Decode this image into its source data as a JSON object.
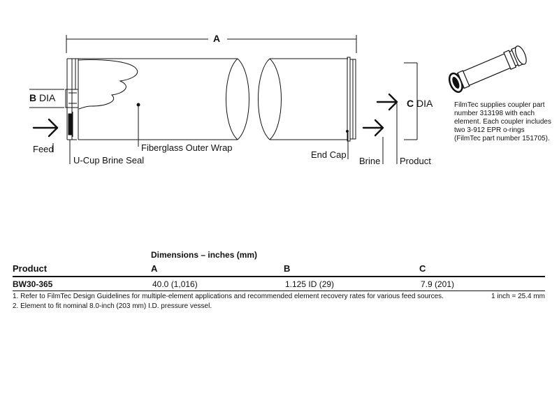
{
  "diagram": {
    "label_a": "A",
    "label_b_letter": "B",
    "label_b_dia": "DIA",
    "label_c_letter": "C",
    "label_c_dia": "DIA",
    "feed": "Feed",
    "ucup": "U-Cup Brine Seal",
    "fiberglass": "Fiberglass Outer Wrap",
    "endcap": "End Cap",
    "brine": "Brine",
    "product": "Product"
  },
  "note": "FilmTec supplies coupler part number 313198 with each element. Each coupler includes two 3-912 EPR o-rings (FilmTec part number 151705).",
  "table": {
    "title": "Dimensions – inches (mm)",
    "headers": [
      "Product",
      "A",
      "B",
      "C"
    ],
    "rows": [
      {
        "product": "BW30-365",
        "a": "40.0 (1,016)",
        "b": "1.125 ID (29)",
        "c": "7.9 (201)"
      }
    ],
    "footnotes": [
      "1.  Refer to FilmTec Design Guidelines for multiple-element applications and recommended element recovery rates for various feed sources.",
      "2.  Element to fit nominal 8.0-inch (203 mm) I.D. pressure vessel."
    ],
    "conversion": "1 inch = 25.4 mm"
  }
}
